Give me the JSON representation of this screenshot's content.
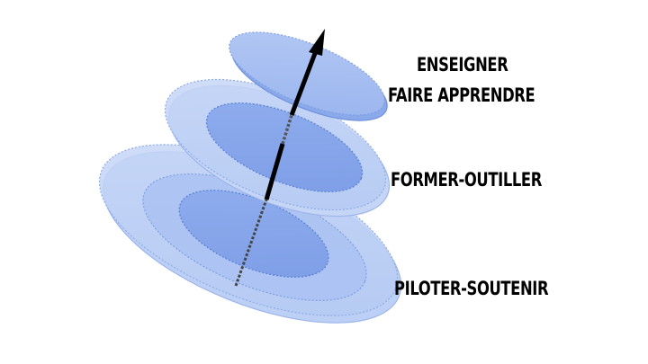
{
  "labels": {
    "top_line1": "ENSEIGNER",
    "top_line2": "FAIRE APPRENDRE",
    "middle": "FORMER-OUTILLER",
    "bottom": "PILOTER-SOUTENIR"
  },
  "colors": {
    "disc_fill": "#a7bff0",
    "disc_stroke": "#7f9fe0",
    "inner_fill": "#86a6ea",
    "arrow": "#000000",
    "text": "#000000",
    "background": "#ffffff"
  }
}
